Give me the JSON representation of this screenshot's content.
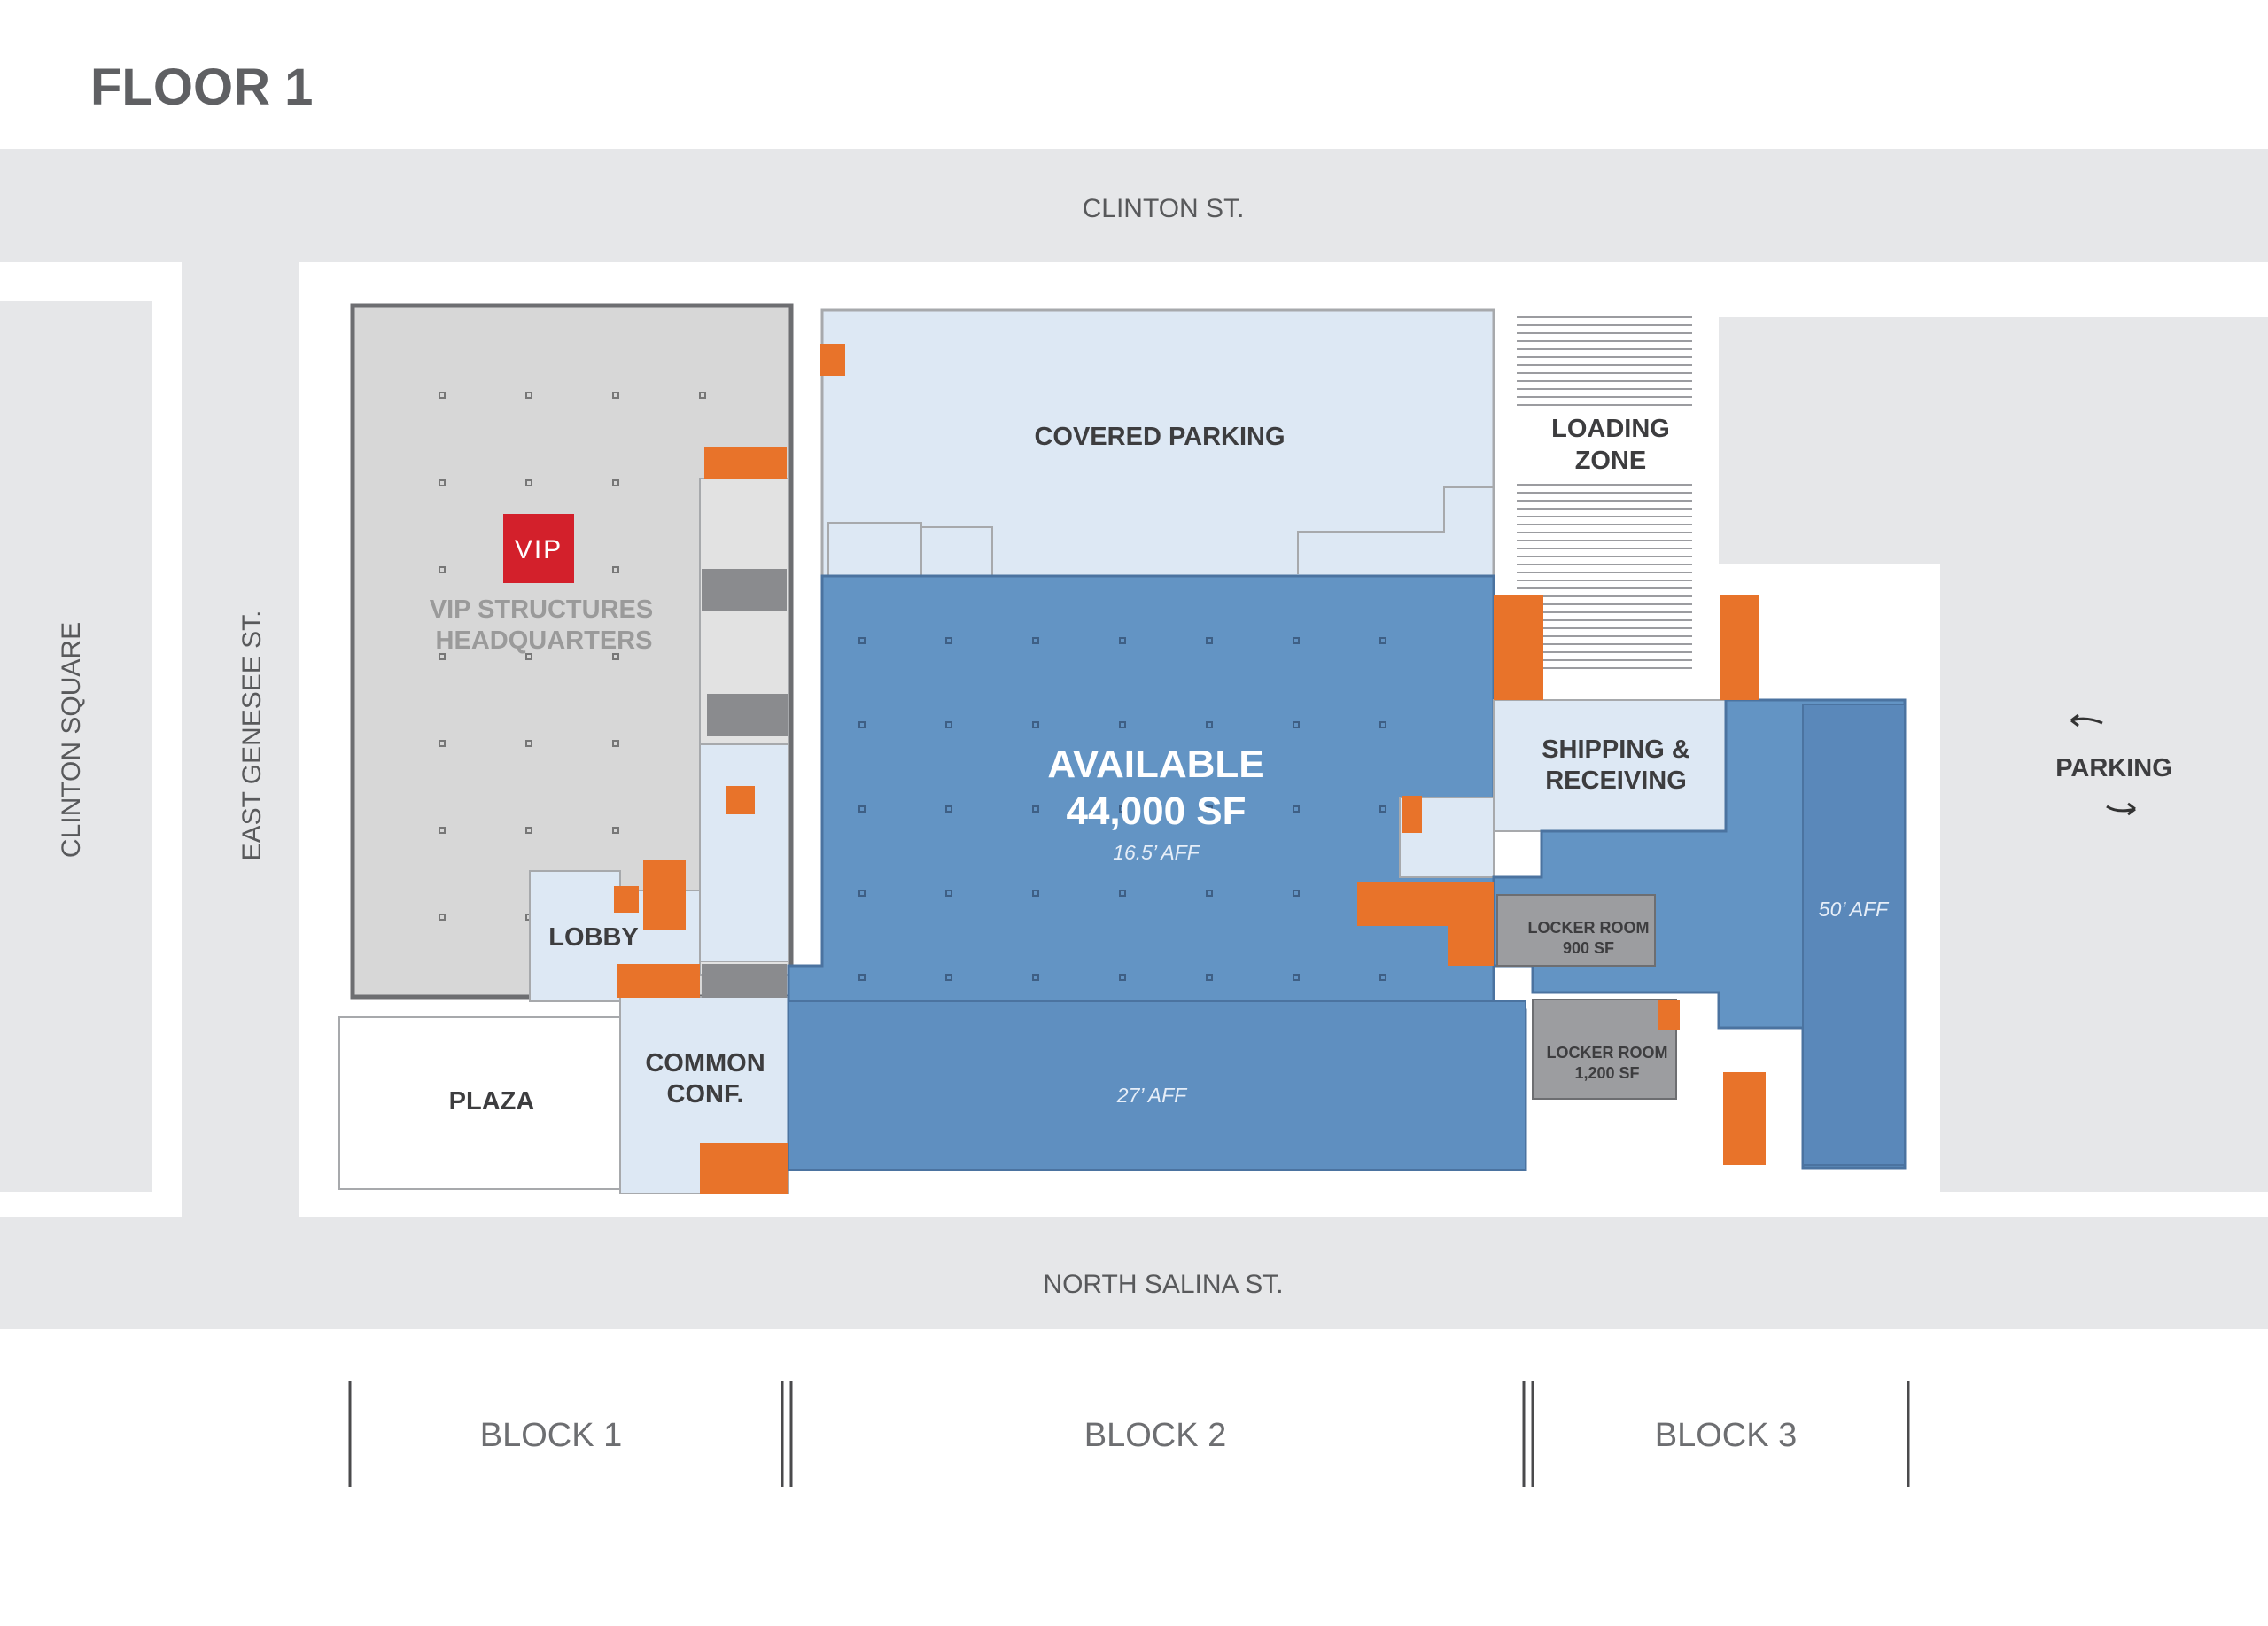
{
  "title": "FLOOR 1",
  "streets": {
    "top": "CLINTON ST.",
    "bottom": "NORTH SALINA ST.",
    "left_outer": "CLINTON SQUARE",
    "left_inner": "EAST GENESEE ST."
  },
  "rooms": {
    "covered_parking": "COVERED PARKING",
    "loading_zone_1": "LOADING",
    "loading_zone_2": "ZONE",
    "vip_logo": "VIP",
    "vip_hq_1": "VIP STRUCTURES",
    "vip_hq_2": "HEADQUARTERS",
    "available_1": "AVAILABLE",
    "available_2": "44,000 SF",
    "aff_main": "16.5’ AFF",
    "aff_lower": "27’ AFF",
    "aff_right": "50’ AFF",
    "shipping_1": "SHIPPING &",
    "shipping_2": "RECEIVING",
    "parking": "PARKING",
    "lobby": "LOBBY",
    "common_1": "COMMON",
    "common_2": "CONF.",
    "plaza": "PLAZA",
    "locker1_name": "LOCKER ROOM",
    "locker1_size": "900 SF",
    "locker2_name": "LOCKER ROOM",
    "locker2_size": "1,200 SF"
  },
  "blocks": [
    "BLOCK 1",
    "BLOCK 2",
    "BLOCK 3"
  ],
  "colors": {
    "street": "#e6e7e9",
    "available": "#6394c4",
    "light_blue": "#dde8f4",
    "vip_grey": "#d7d7d7",
    "stair_orange": "#e8732a",
    "vip_red": "#d3202b"
  }
}
